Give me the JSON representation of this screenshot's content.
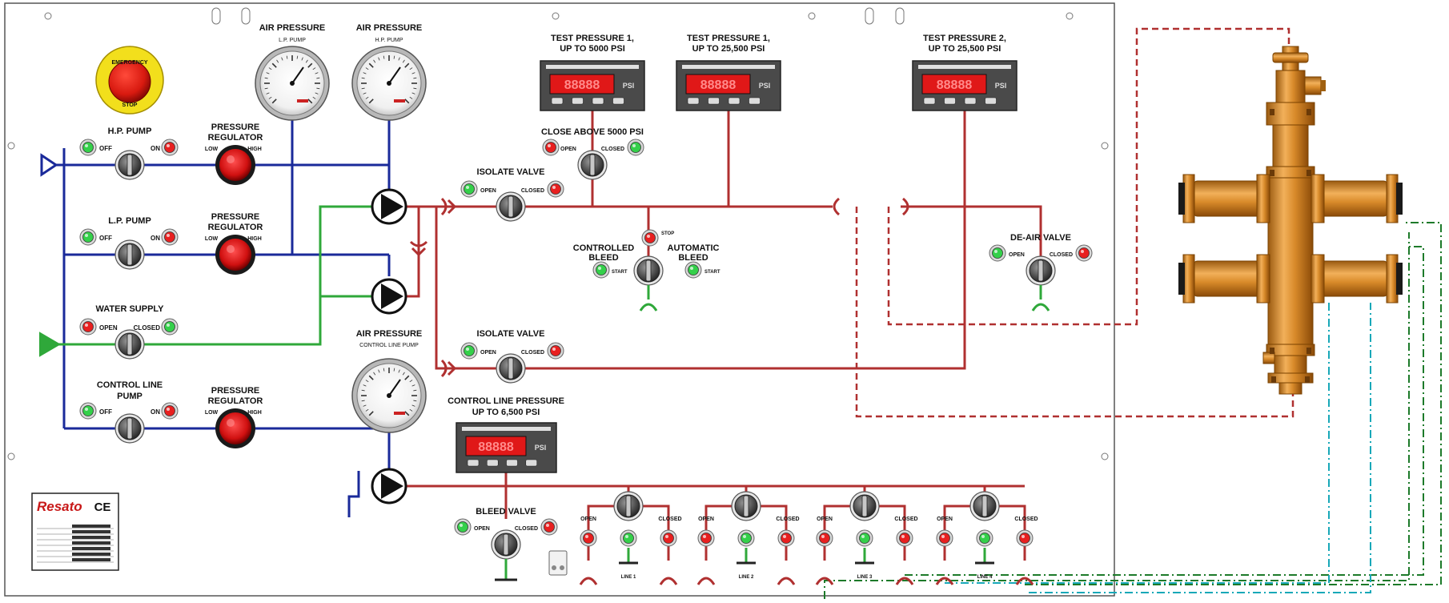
{
  "colors": {
    "blue": "#1a2a9a",
    "red": "#b03030",
    "green": "#2fa83a",
    "cyan": "#18a8b8",
    "dkgreen": "#1d7a2a",
    "brass": "#d8902c",
    "led_green": "#34d04a",
    "led_red": "#e82020"
  },
  "labels": {
    "emergency_top": "EMERGENCY",
    "emergency_bottom": "STOP",
    "hp_pump": "H.P. PUMP",
    "lp_pump": "L.P. PUMP",
    "water_supply": "WATER SUPPLY",
    "control_line_pump_1": "CONTROL LINE",
    "control_line_pump_2": "PUMP",
    "pressure_regulator_1": "PRESSURE",
    "pressure_regulator_2": "REGULATOR",
    "low": "LOW",
    "high": "HIGH",
    "off": "OFF",
    "on": "ON",
    "open": "OPEN",
    "closed": "CLOSED",
    "air_pressure": "AIR PRESSURE",
    "lp_pump_small": "L.P. PUMP",
    "hp_pump_small": "H.P. PUMP",
    "control_line_pump_small": "CONTROL LINE PUMP",
    "test_pressure_1a_1": "TEST PRESSURE 1,",
    "test_pressure_1a_2": "UP TO 5000 PSI",
    "test_pressure_1b_1": "TEST PRESSURE 1,",
    "test_pressure_1b_2": "UP TO 25,500 PSI",
    "test_pressure_2_1": "TEST PRESSURE 2,",
    "test_pressure_2_2": "UP TO 25,500 PSI",
    "close_above": "CLOSE ABOVE 5000 PSI",
    "isolate_valve": "ISOLATE VALVE",
    "controlled_bleed_1": "CONTROLLED",
    "controlled_bleed_2": "BLEED",
    "automatic_bleed_1": "AUTOMATIC",
    "automatic_bleed_2": "BLEED",
    "start": "START",
    "stop": "STOP",
    "de_air_valve": "DE-AIR VALVE",
    "control_line_pressure_1": "CONTROL LINE PRESSURE",
    "control_line_pressure_2": "UP TO 6,500 PSI",
    "bleed_valve": "BLEED VALVE",
    "line1": "LINE 1",
    "line2": "LINE 2",
    "line3": "LINE 3",
    "line4": "LINE 4",
    "psi": "PSI",
    "display_digits": "88888",
    "brand": "Resato",
    "ce": "CE"
  }
}
